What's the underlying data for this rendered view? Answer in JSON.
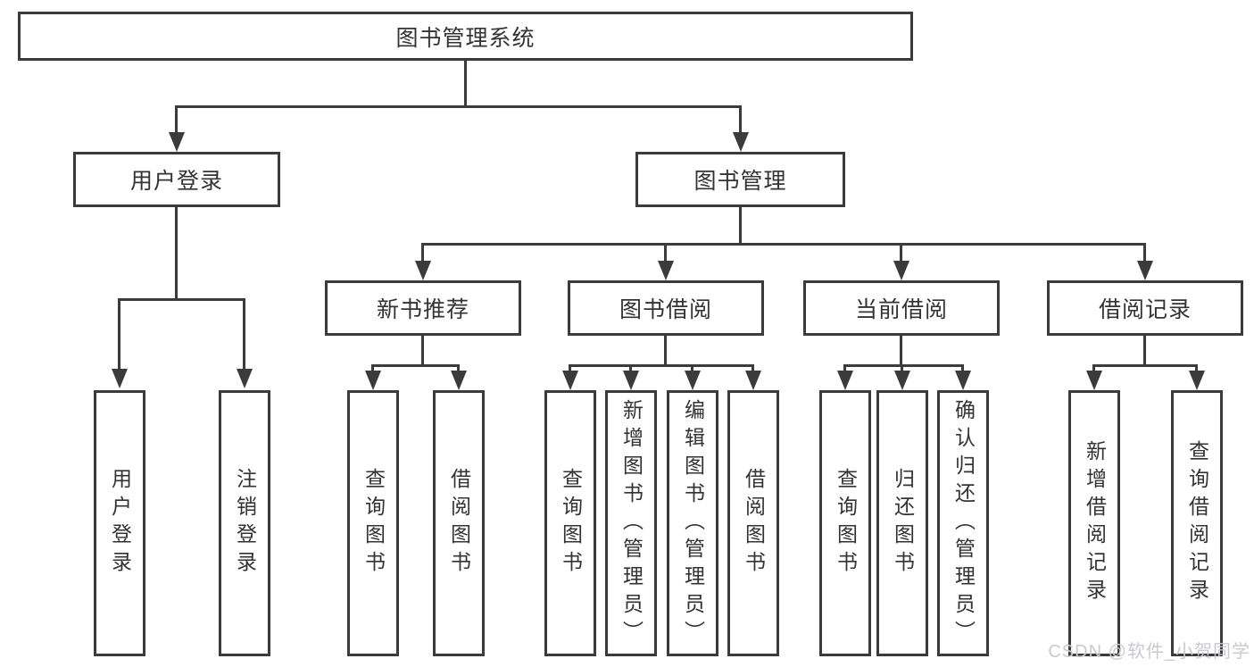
{
  "nodes": {
    "root": "图书管理系统",
    "user_login": "用户登录",
    "book_management": "图书管理",
    "new_book_recommend": "新书推荐",
    "book_borrowing": "图书借阅",
    "current_borrowing": "当前借阅",
    "borrowing_records": "借阅记录",
    "ul_user_login": "用户登录",
    "ul_logout": "注销登录",
    "nr_query_book": "查询图书",
    "nr_borrow_book": "借阅图书",
    "bb_query_book": "查询图书",
    "bb_add_book": "新增图书（管理员）",
    "bb_edit_book": "编辑图书（管理员）",
    "bb_borrow_book": "借阅图书",
    "cb_query_book": "查询图书",
    "cb_return_book": "归还图书",
    "cb_confirm_return": "确认归还（管理员）",
    "br_add_record": "新增借阅记录",
    "br_query_record": "查询借阅记录"
  },
  "watermark": {
    "text": "CSDN @软件_小贺同学"
  }
}
